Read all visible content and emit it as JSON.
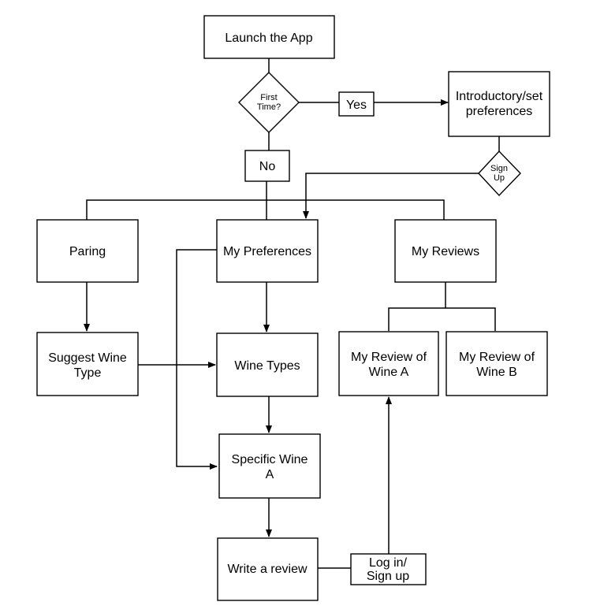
{
  "nodes": {
    "launch": "Launch the App",
    "first_time": [
      "First",
      "Time?"
    ],
    "yes": "Yes",
    "no": "No",
    "intro": [
      "Introductory/set",
      "preferences"
    ],
    "sign_up": [
      "Sign",
      "Up"
    ],
    "paring": "Paring",
    "my_preferences": "My Preferences",
    "my_reviews": "My Reviews",
    "suggest_wine_type": [
      "Suggest Wine",
      "Type"
    ],
    "wine_types": "Wine Types",
    "my_review_a": [
      "My Review of",
      "Wine A"
    ],
    "my_review_b": [
      "My Review of",
      "Wine B"
    ],
    "specific_wine": [
      "Specific Wine",
      "A"
    ],
    "write_review": "Write a review",
    "log_in": [
      "Log in/",
      "Sign up"
    ]
  }
}
